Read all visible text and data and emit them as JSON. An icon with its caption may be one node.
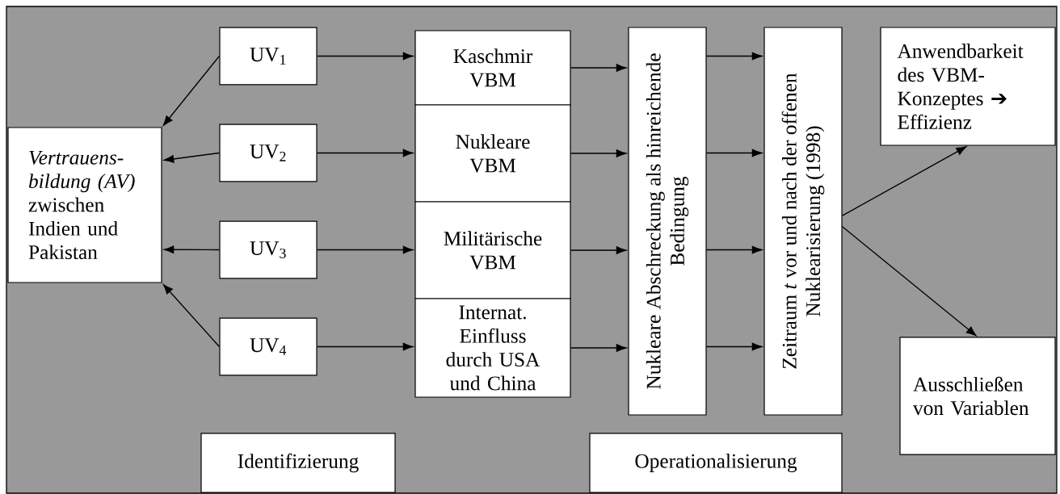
{
  "diagram": {
    "nodes": [
      {
        "text": [
          "*Vertrauens-bildung (AV)* zwischen Indien und Pakistan"
        ]
      },
      {
        "text": [
          "UV$_{1}$"
        ]
      },
      {
        "text": [
          "UV$_{2}$"
        ]
      },
      {
        "text": [
          "UV$_{3}$"
        ]
      },
      {
        "text": [
          "UV$_{4}$"
        ]
      },
      {
        "text": [
          "Kaschmir VBM"
        ]
      },
      {
        "text": [
          "Nukleare VBM"
        ]
      },
      {
        "text": [
          "Militärische VBM"
        ]
      },
      {
        "text": [
          "Internat. Einfluss durch USA und China"
        ]
      },
      {
        "text": [
          "Nukleare Abschreckung als hinreichende Bedingung"
        ]
      },
      {
        "text": [
          "Zeitraum *t* vor und nach der offenen Nuklearisierung (1998)"
        ]
      },
      {
        "text": [
          "Anwendbarkeit des VBM-Konzeptes ➔ Effizienz"
        ]
      },
      {
        "text": [
          "Ausschließen von Variablen"
        ]
      },
      {
        "text": [
          "Identifizierung"
        ]
      },
      {
        "text": [
          "Operationalisierung"
        ]
      }
    ],
    "edges": [
      {
        "from": 1,
        "to": 0,
        "arrow": "to"
      },
      {
        "from": 2,
        "to": 0,
        "arrow": "to"
      },
      {
        "from": 3,
        "to": 0,
        "arrow": "to"
      },
      {
        "from": 4,
        "to": 0,
        "arrow": "to"
      },
      {
        "from": 1,
        "to": 5,
        "arrow": "to"
      },
      {
        "from": 2,
        "to": 6,
        "arrow": "to"
      },
      {
        "from": 3,
        "to": 7,
        "arrow": "to"
      },
      {
        "from": 4,
        "to": 8,
        "arrow": "to"
      },
      {
        "from": 5,
        "to": 9,
        "arrow": "to"
      },
      {
        "from": 6,
        "to": 9,
        "arrow": "to"
      },
      {
        "from": 7,
        "to": 9,
        "arrow": "to"
      },
      {
        "from": 8,
        "to": 9,
        "arrow": "to"
      },
      {
        "from": 9,
        "to": 10,
        "arrow": "to"
      },
      {
        "from": 9,
        "to": 10,
        "arrow": "to"
      },
      {
        "from": 9,
        "to": 10,
        "arrow": "to"
      },
      {
        "from": 9,
        "to": 10,
        "arrow": "to"
      },
      {
        "from": 10,
        "to": 11,
        "arrow": "to"
      },
      {
        "from": 10,
        "to": 12,
        "arrow": "to"
      }
    ]
  }
}
